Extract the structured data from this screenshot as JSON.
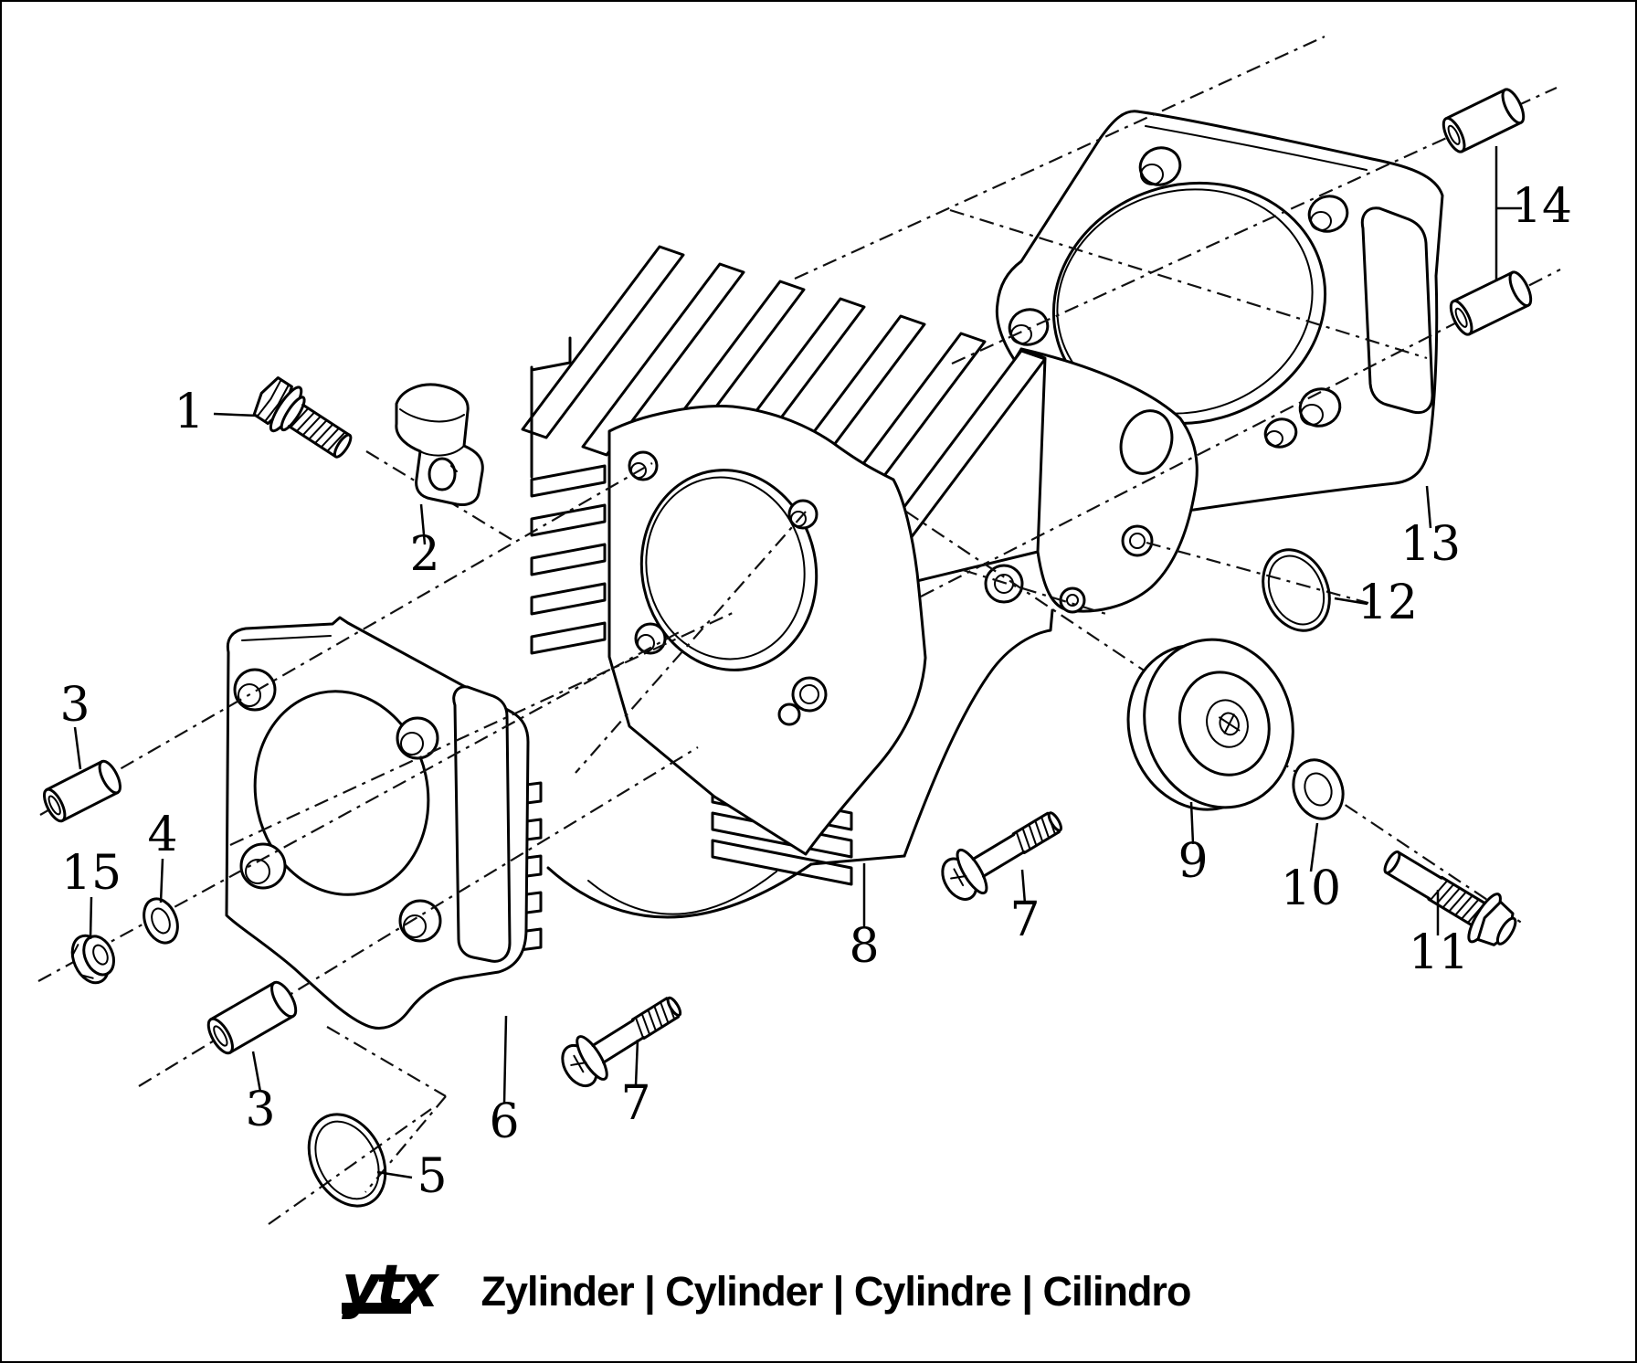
{
  "footer": {
    "brand": "ytx",
    "caption": "Zylinder | Cylinder | Cylindre | Cilindro"
  },
  "callouts": [
    {
      "id": "1",
      "text": "1"
    },
    {
      "id": "2",
      "text": "2"
    },
    {
      "id": "3a",
      "text": "3"
    },
    {
      "id": "3b",
      "text": "3"
    },
    {
      "id": "4",
      "text": "4"
    },
    {
      "id": "5",
      "text": "5"
    },
    {
      "id": "6",
      "text": "6"
    },
    {
      "id": "7a",
      "text": "7"
    },
    {
      "id": "7b",
      "text": "7"
    },
    {
      "id": "8",
      "text": "8"
    },
    {
      "id": "9",
      "text": "9"
    },
    {
      "id": "10",
      "text": "10"
    },
    {
      "id": "11",
      "text": "11"
    },
    {
      "id": "12",
      "text": "12"
    },
    {
      "id": "13",
      "text": "13"
    },
    {
      "id": "14",
      "text": "14"
    },
    {
      "id": "15",
      "text": "15"
    }
  ]
}
